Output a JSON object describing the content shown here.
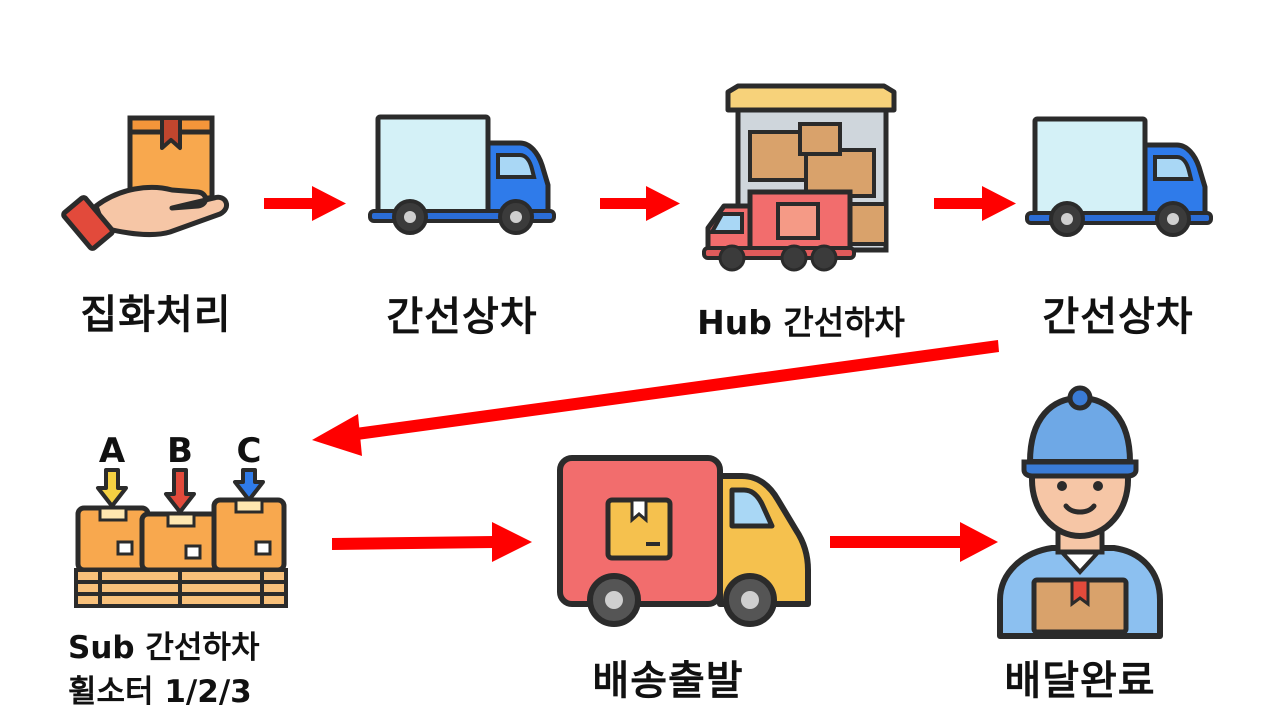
{
  "steps": [
    {
      "id": "pickup",
      "label": "집화처리",
      "icon": "hand-holding-box-icon"
    },
    {
      "id": "linehaul-load-1",
      "label": "간선상차",
      "icon": "blue-truck-icon"
    },
    {
      "id": "hub-unload",
      "label": "Hub 간선하차",
      "icon": "warehouse-truck-icon"
    },
    {
      "id": "linehaul-load-2",
      "label": "간선상차",
      "icon": "blue-truck-icon"
    },
    {
      "id": "sub-unload",
      "label_line1": "Sub 간선하차",
      "label_line2": "휠소터 1/2/3",
      "icon": "sorter-boxes-icon"
    },
    {
      "id": "out-for-delivery",
      "label": "배송출발",
      "icon": "delivery-truck-icon"
    },
    {
      "id": "delivered",
      "label": "배달완료",
      "icon": "courier-icon"
    }
  ],
  "sorter_chutes": [
    "A",
    "B",
    "C"
  ],
  "colors": {
    "arrow": "#ff0000",
    "outline": "#2b2b2b",
    "truck_blue": "#2f7bea",
    "truck_body": "#d4f1f7",
    "box_orange": "#f8a84e",
    "box_tan": "#d9a26b",
    "red_truck": "#f26d6d",
    "yellow": "#f5c14e"
  }
}
